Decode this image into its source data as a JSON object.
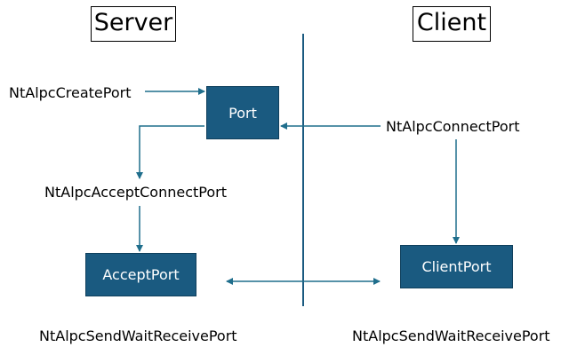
{
  "titles": {
    "server": "Server",
    "client": "Client"
  },
  "nodes": {
    "port": "Port",
    "accept_port": "AcceptPort",
    "client_port": "ClientPort"
  },
  "calls": {
    "create_port": "NtAlpcCreatePort",
    "connect_port": "NtAlpcConnectPort",
    "accept_connect_port": "NtAlpcAcceptConnectPort",
    "send_wait_receive_server": "NtAlpcSendWaitReceivePort",
    "send_wait_receive_client": "NtAlpcSendWaitReceivePort"
  },
  "colors": {
    "node_fill": "#1a5a80",
    "arrow": "#1f6e8c"
  }
}
